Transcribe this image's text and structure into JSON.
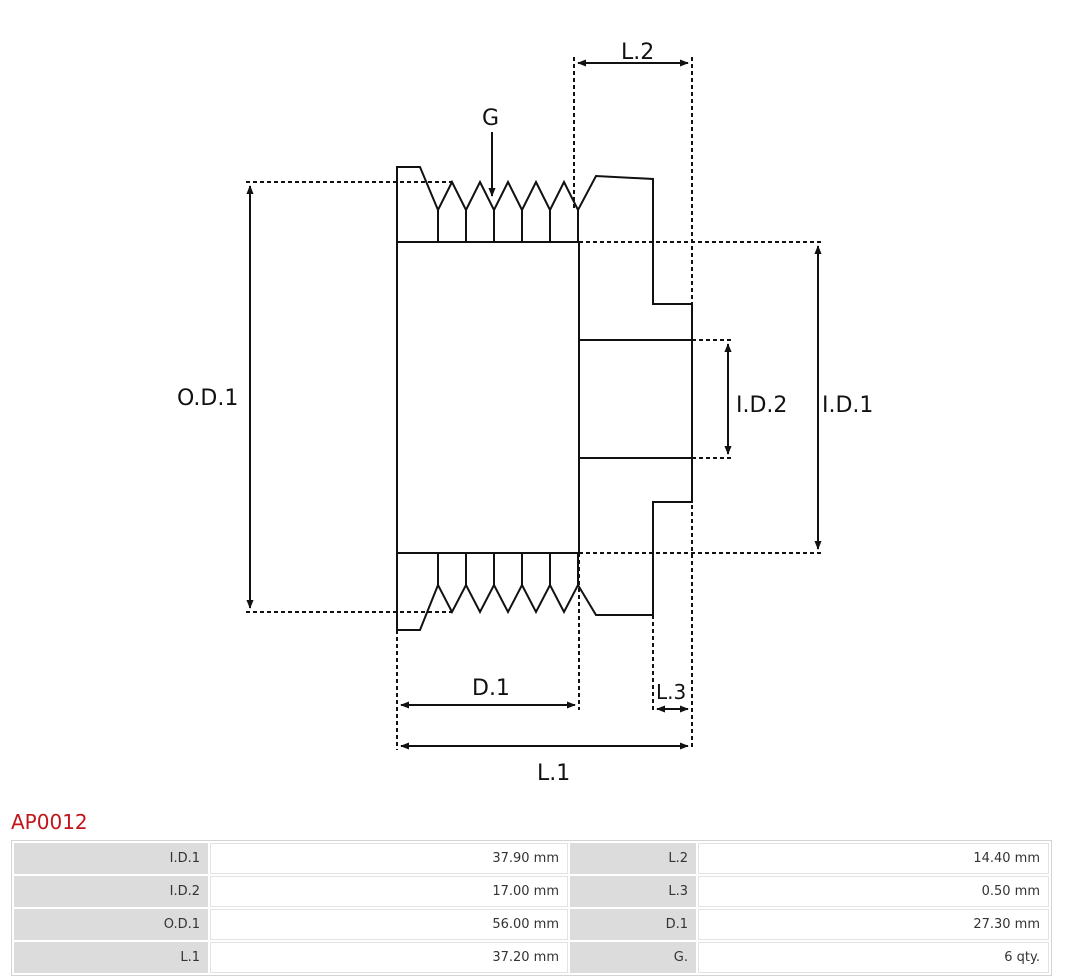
{
  "diagram": {
    "labels": {
      "od1": "O.D.1",
      "id1": "I.D.1",
      "id2": "I.D.2",
      "l1": "L.1",
      "l2": "L.2",
      "l3": "L.3",
      "d1": "D.1",
      "g": "G"
    }
  },
  "product": {
    "code": "AP0012"
  },
  "specs": {
    "rows": [
      {
        "k1": "I.D.1",
        "v1": "37.90 mm",
        "k2": "L.2",
        "v2": "14.40 mm"
      },
      {
        "k1": "I.D.2",
        "v1": "17.00 mm",
        "k2": "L.3",
        "v2": "0.50 mm"
      },
      {
        "k1": "O.D.1",
        "v1": "56.00 mm",
        "k2": "D.1",
        "v2": "27.30 mm"
      },
      {
        "k1": "L.1",
        "v1": "37.20 mm",
        "k2": "G.",
        "v2": "6 qty."
      }
    ]
  },
  "colors": {
    "title": "#c0161b",
    "line": "#111111",
    "key_cell": "#dcdcdc"
  }
}
